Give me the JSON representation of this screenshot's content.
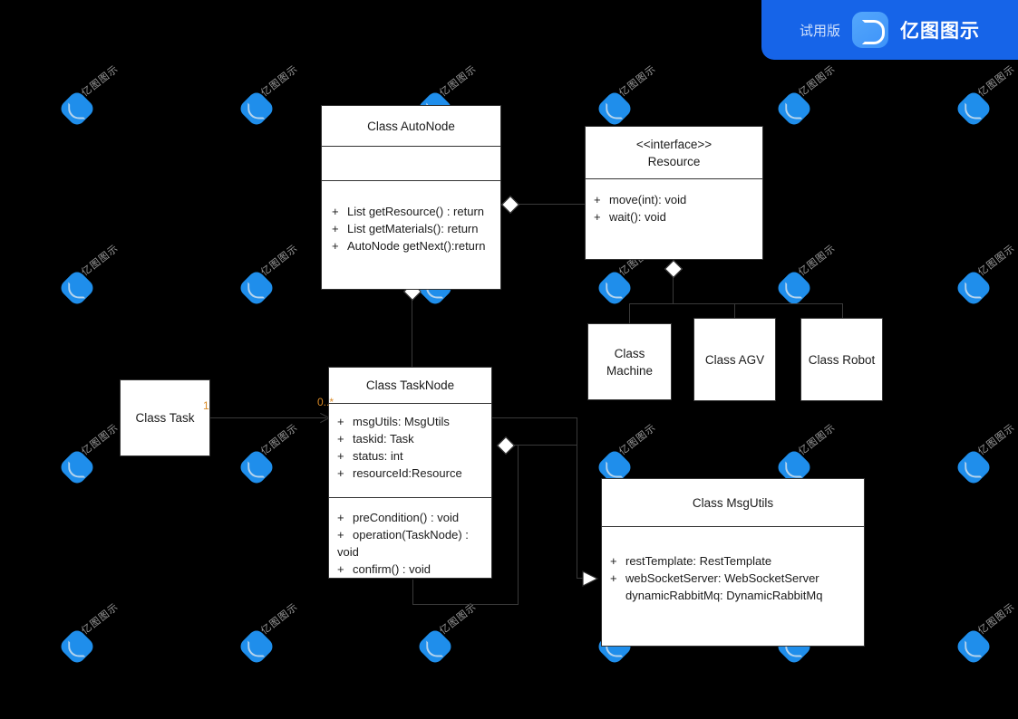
{
  "banner": {
    "trial_label": "试用版",
    "brand_label": "亿图图示",
    "logo_icon": "edraw-logo-icon",
    "accent_color": "#1664e8"
  },
  "watermark": {
    "text": "亿图图示",
    "logo_icon": "edraw-watermark-icon",
    "color": "#9a9a9a",
    "badge_color": "#2196f8"
  },
  "diagram": {
    "type": "uml-class-diagram",
    "background_color": "#000000",
    "box_fill": "#ffffff",
    "box_stroke": "#333333",
    "classes": [
      {
        "id": "autonode",
        "title": "Class AutoNode",
        "stereotype": "",
        "attributes": [],
        "methods": [
          {
            "visibility": "+",
            "text": "List getResource() : return"
          },
          {
            "visibility": "+",
            "text": "List getMaterials(): return"
          },
          {
            "visibility": "+",
            "text": "AutoNode getNext():return"
          }
        ]
      },
      {
        "id": "resource",
        "title": "Resource",
        "stereotype": "<<interface>>",
        "attributes": [],
        "methods": [
          {
            "visibility": "+",
            "text": "move(int): void"
          },
          {
            "visibility": "+",
            "text": "wait(): void"
          }
        ]
      },
      {
        "id": "machine",
        "title": "Class Machine",
        "title_line1": "Class",
        "title_line2": "Machine",
        "stereotype": "",
        "attributes": [],
        "methods": []
      },
      {
        "id": "agv",
        "title": "Class AGV",
        "stereotype": "",
        "attributes": [],
        "methods": []
      },
      {
        "id": "robot",
        "title": "Class Robot",
        "stereotype": "",
        "attributes": [],
        "methods": []
      },
      {
        "id": "task",
        "title": "Class Task",
        "stereotype": "",
        "attributes": [],
        "methods": []
      },
      {
        "id": "tasknode",
        "title": "Class TaskNode",
        "stereotype": "",
        "attributes": [
          {
            "visibility": "+",
            "text": "msgUtils: MsgUtils"
          },
          {
            "visibility": "+",
            "text": "taskid: Task"
          },
          {
            "visibility": "+",
            "text": "status: int"
          },
          {
            "visibility": "+",
            "text": "resourceId:Resource"
          }
        ],
        "methods": [
          {
            "visibility": "+",
            "text": "preCondition() : void"
          },
          {
            "visibility": "+",
            "text": "operation(TaskNode) : void"
          },
          {
            "visibility": "+",
            "text": "confirm() : void"
          }
        ]
      },
      {
        "id": "msgutils",
        "title": "Class MsgUtils",
        "stereotype": "",
        "attributes": [
          {
            "visibility": "+",
            "text": "restTemplate: RestTemplate"
          },
          {
            "visibility": "+",
            "text": "webSocketServer: WebSocketServer"
          },
          {
            "visibility": "",
            "text": "dynamicRabbitMq: DynamicRabbitMq"
          }
        ],
        "methods": []
      }
    ],
    "multiplicities": [
      {
        "id": "task-out",
        "label": "1"
      },
      {
        "id": "tasknode-in",
        "label": "0..*"
      }
    ],
    "relations": [
      {
        "from": "autonode",
        "to": "resource",
        "type": "aggregation"
      },
      {
        "from": "autonode",
        "to": "tasknode",
        "type": "aggregation"
      },
      {
        "from": "resource",
        "to": "machine",
        "type": "generalization"
      },
      {
        "from": "resource",
        "to": "agv",
        "type": "generalization"
      },
      {
        "from": "resource",
        "to": "robot",
        "type": "generalization"
      },
      {
        "from": "task",
        "to": "tasknode",
        "type": "association"
      },
      {
        "from": "tasknode",
        "to": "tasknode",
        "type": "aggregation-self"
      },
      {
        "from": "tasknode",
        "to": "msgutils",
        "type": "dependency"
      }
    ]
  }
}
